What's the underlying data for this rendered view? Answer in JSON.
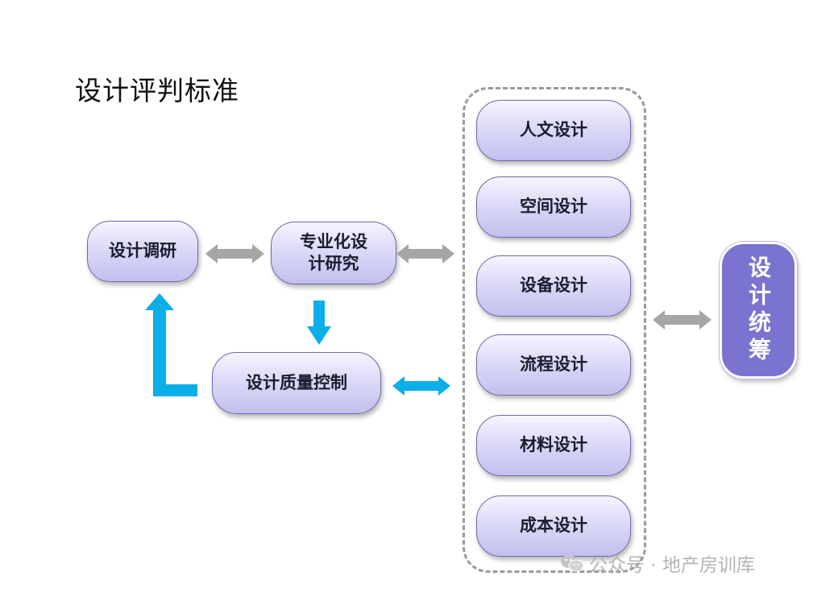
{
  "title": "设计评判标准",
  "left_nodes": {
    "research": "设计调研",
    "specialized_line1": "专业化设",
    "specialized_line2": "计研究",
    "quality": "设计质量控制"
  },
  "middle_items": [
    "人文设计",
    "空间设计",
    "设备设计",
    "流程设计",
    "材料设计",
    "成本设计"
  ],
  "right_node": "设计统筹",
  "watermark": "公众号 · 地产房训库",
  "colors": {
    "pill_border": "#6e6aa8",
    "right_fill": "#7a73cf",
    "gray_arrow": "#a6a6a6",
    "blue_arrow": "#0aaee8"
  }
}
